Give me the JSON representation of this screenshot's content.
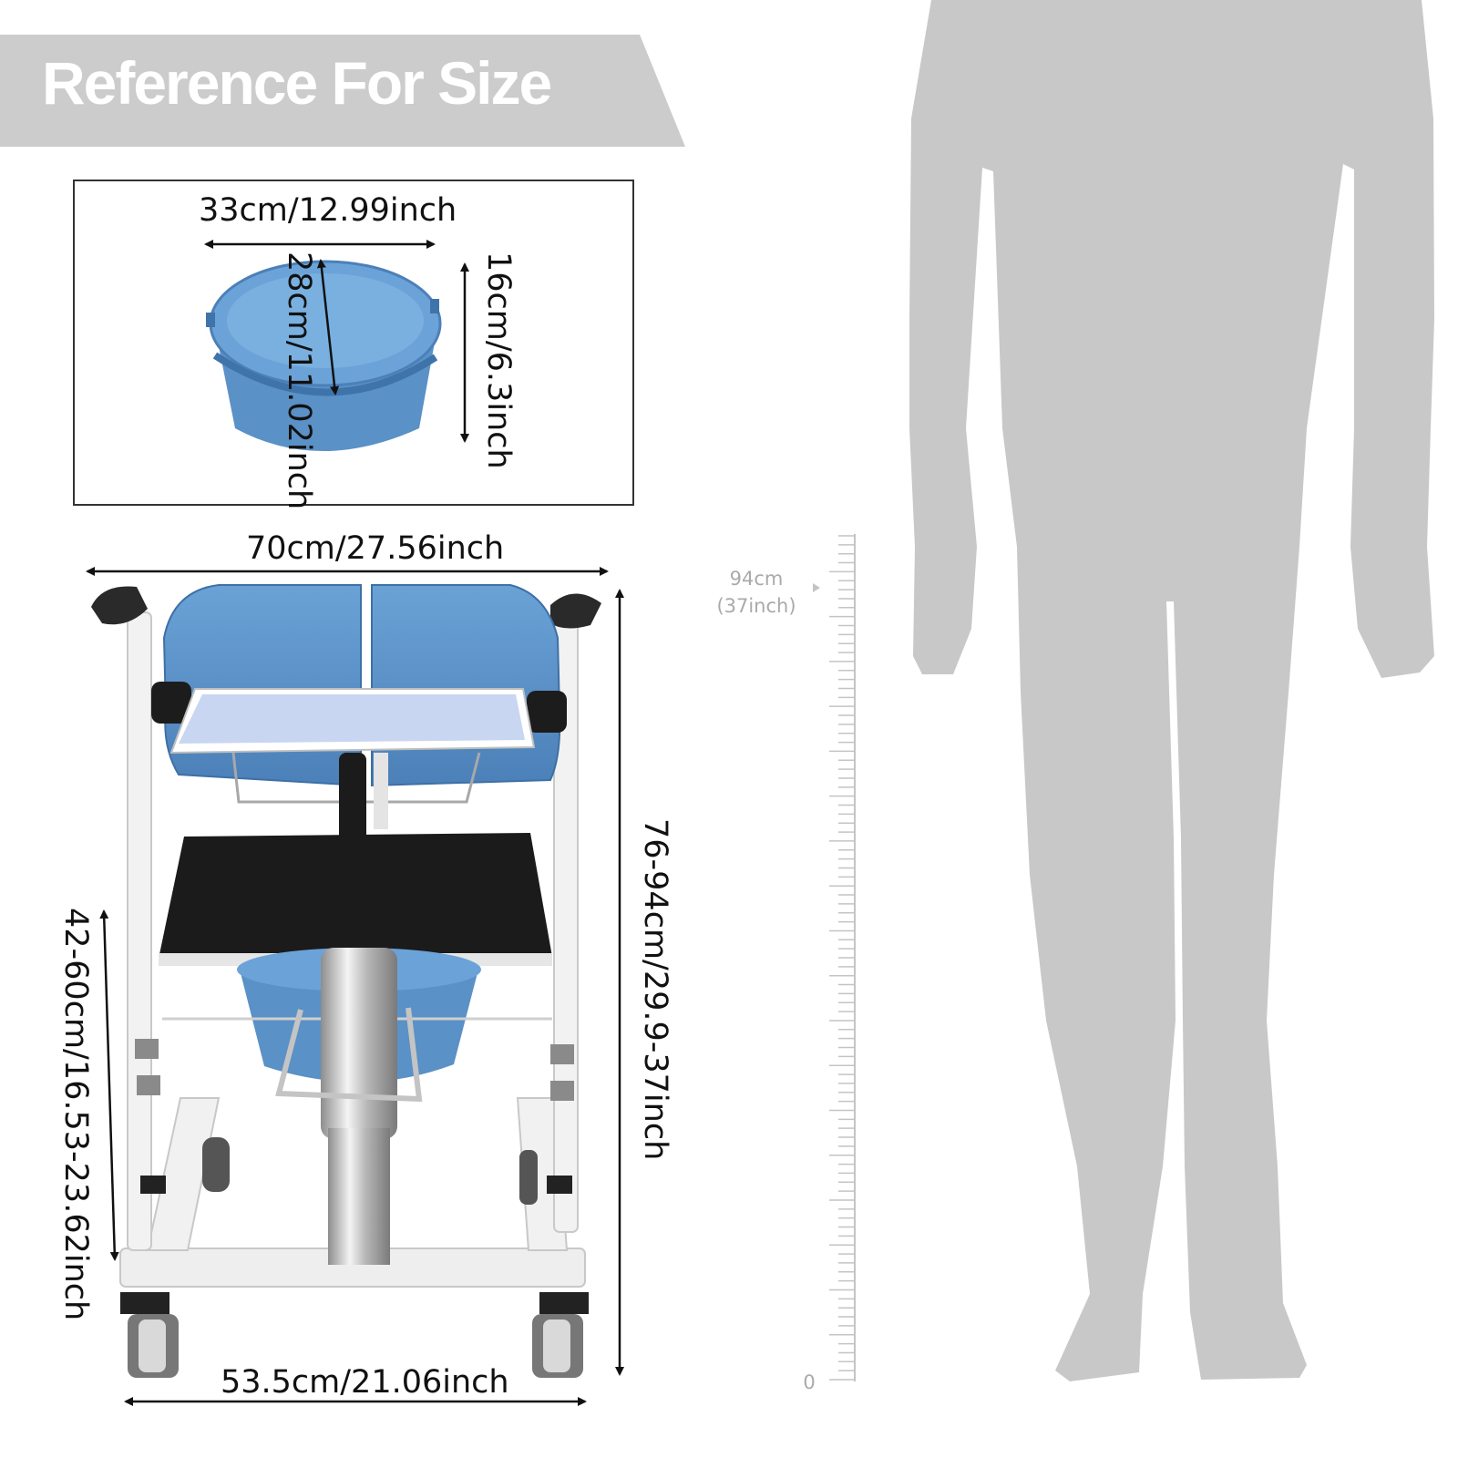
{
  "banner": {
    "title": "Reference For Size"
  },
  "bucket": {
    "width_label": "33cm/12.99inch",
    "depth_label": "28cm/11.02inch",
    "height_label": "16cm/6.3inch"
  },
  "chair": {
    "width_label": "70cm/27.56inch",
    "height_label": "76-94cm/29.9-37inch",
    "seat_height_label": "42-60cm/16.53-23.62inch",
    "base_width_label": "53.5cm/21.06inch"
  },
  "scale": {
    "top_value": "94cm",
    "top_value_inch": "(37inch)",
    "bottom_value": "0"
  },
  "colors": {
    "banner": "#cccccc",
    "product_blue": "#5b93c8",
    "silhouette": "#c8c8c8",
    "seat": "#1b1b1b"
  },
  "icons": [
    "human-silhouette-icon",
    "commode-bucket-icon",
    "transfer-chair-icon"
  ]
}
